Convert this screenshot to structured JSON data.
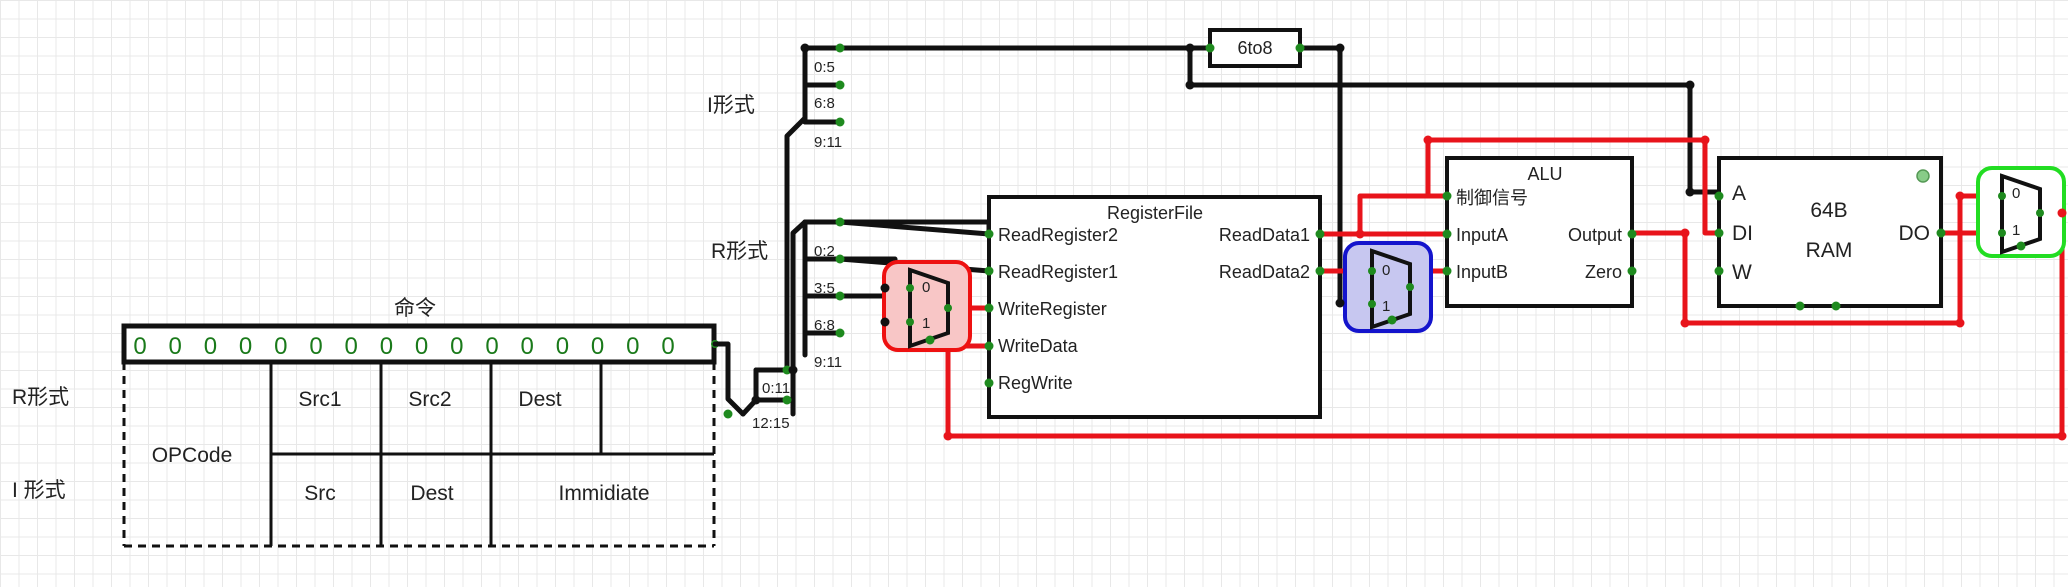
{
  "instruction": {
    "title": "命令",
    "bits": [
      "0",
      "0",
      "0",
      "0",
      "0",
      "0",
      "0",
      "0",
      "0",
      "0",
      "0",
      "0",
      "0",
      "0",
      "0",
      "0"
    ],
    "row_labels": {
      "r_format": "R形式",
      "i_format": "I 形式"
    },
    "opcode": "OPCode",
    "r_fields": [
      "Src1",
      "Src2",
      "Dest"
    ],
    "i_fields": [
      "Src",
      "Dest",
      "Immidiate"
    ]
  },
  "splitter_main": {
    "ranges": [
      "0:11",
      "12:15"
    ]
  },
  "splitter_i": {
    "label": "I形式",
    "ranges": [
      "0:5",
      "6:8",
      "9:11"
    ]
  },
  "splitter_r": {
    "label": "R形式",
    "ranges": [
      "0:2",
      "3:5",
      "6:8",
      "9:11"
    ]
  },
  "sign_extend": {
    "label": "6to8"
  },
  "register_file": {
    "title": "RegisterFile",
    "inputs": [
      "ReadRegister2",
      "ReadRegister1",
      "WriteRegister",
      "WriteData",
      "RegWrite"
    ],
    "outputs": [
      "ReadData1",
      "ReadData2"
    ]
  },
  "alu": {
    "title": "ALU",
    "inputs": [
      "制御信号",
      "InputA",
      "InputB"
    ],
    "outputs": [
      "Output",
      "Zero"
    ]
  },
  "ram": {
    "size": "64B",
    "name": "RAM",
    "inputs": [
      "A",
      "DI",
      "W"
    ],
    "output": "DO"
  },
  "mux_pin_labels": [
    "0",
    "1"
  ],
  "colors": {
    "wire": "#111111",
    "wire_active": "#e8141b",
    "pin": "#1e8a1e",
    "mux_red_fill": "#f8c6c6",
    "mux_red_border": "#ee1111",
    "mux_blue_fill": "#c7c7f0",
    "mux_blue_border": "#1414cc",
    "mux_green_fill": "#ffffff",
    "mux_green_border": "#22dd22"
  }
}
